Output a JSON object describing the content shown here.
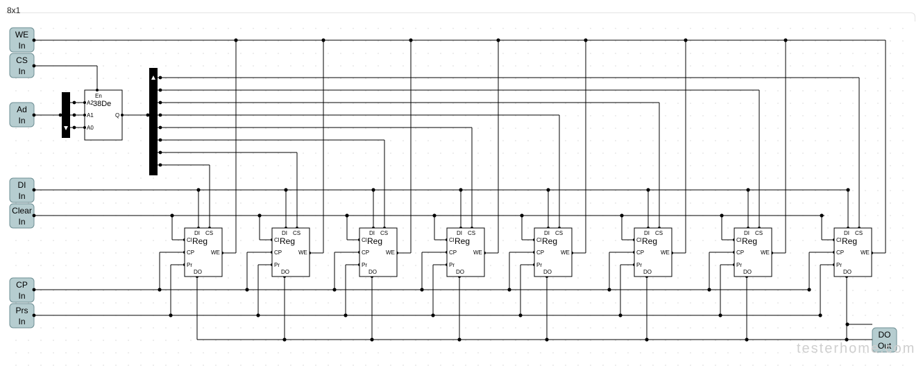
{
  "window": {
    "tab_title": "8x1"
  },
  "pins": {
    "we": {
      "name": "WE",
      "dir": "In"
    },
    "cs": {
      "name": "CS",
      "dir": "In"
    },
    "ad": {
      "name": "Ad",
      "dir": "In"
    },
    "di": {
      "name": "DI",
      "dir": "In"
    },
    "clear": {
      "name": "Clear",
      "dir": "In"
    },
    "cp": {
      "name": "CP",
      "dir": "In"
    },
    "prs": {
      "name": "Prs",
      "dir": "In"
    },
    "do": {
      "name": "DO",
      "dir": "Out"
    }
  },
  "decoder": {
    "title": "38De",
    "en": "En",
    "a2": "A2",
    "a1": "A1",
    "a0": "A0",
    "q": "Q"
  },
  "register": {
    "title": "Reg",
    "di": "DI",
    "cs": "CS",
    "cl": "Cl",
    "cp": "CP",
    "we": "WE",
    "pr": "Pr",
    "do": "DO"
  },
  "watermark": "testerhome.com",
  "colors": {
    "wire": "#000000",
    "pin_fill": "#b6cdd0",
    "pin_stroke": "#6e8f94",
    "grid_dot": "#d8d8d8"
  }
}
